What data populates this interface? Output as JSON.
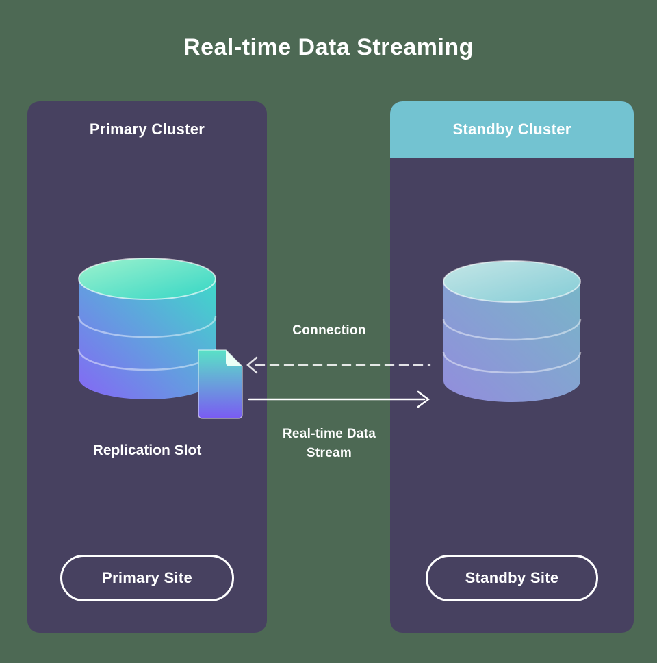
{
  "title": "Real-time Data Streaming",
  "colors": {
    "background": "#4d6954",
    "panel": "#474160",
    "standby_header": "#73c3d1",
    "cylinder_teal": "#3fd9c9",
    "cylinder_purple": "#8566f5",
    "text": "#ffffff"
  },
  "primary_panel": {
    "title": "Primary Cluster",
    "database_label": "Replication Slot",
    "site_button": "Primary Site"
  },
  "standby_panel": {
    "title": "Standby Cluster",
    "site_button": "Standby Site"
  },
  "connections": {
    "connection_label": "Connection",
    "stream_label": "Real-time Data Stream"
  }
}
